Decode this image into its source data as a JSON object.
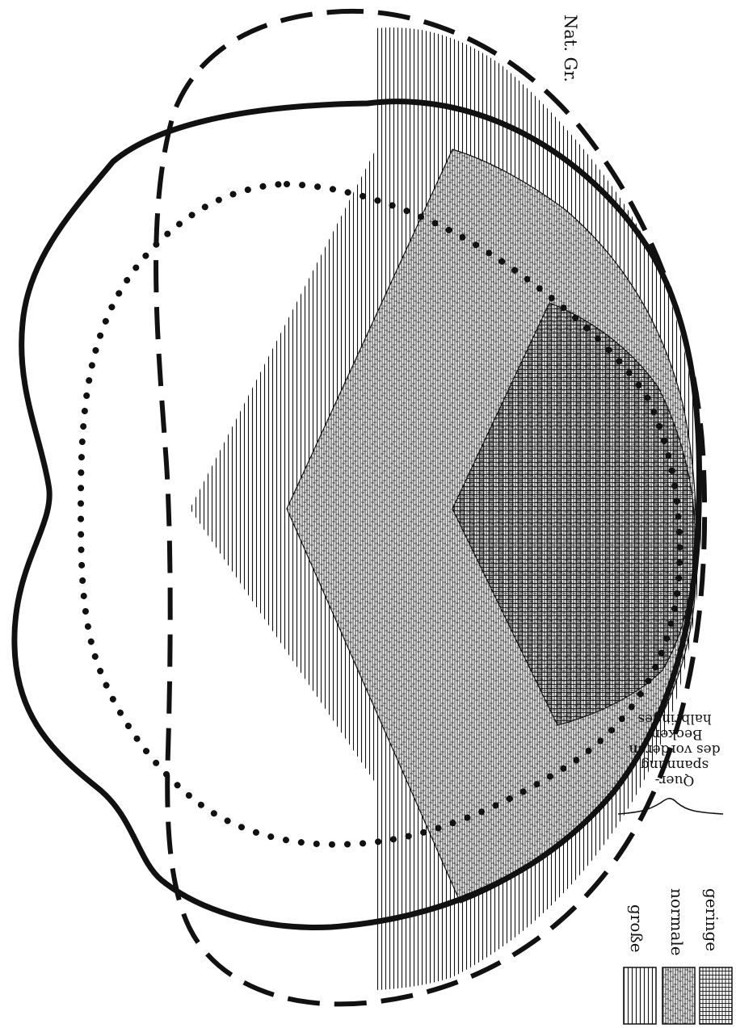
{
  "scale_label": "Nat. Gr.",
  "legend": {
    "entries": [
      {
        "label": "große",
        "pattern": "vertical-lines"
      },
      {
        "label": "normale",
        "pattern": "stipple"
      },
      {
        "label": "geringe",
        "pattern": "cross-hatch"
      }
    ],
    "caption_lines": [
      "Quer-",
      "spannung",
      "des vorderen",
      "Becken-",
      "halbringes"
    ]
  },
  "colors": {
    "ink": "#111111",
    "paper": "#ffffff"
  }
}
